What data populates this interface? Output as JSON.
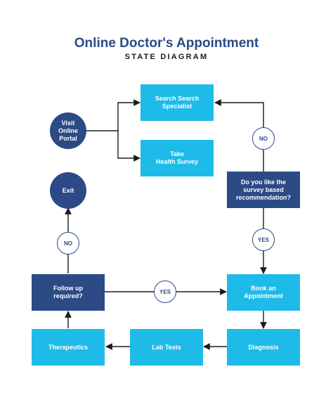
{
  "header": {
    "title": "Online Doctor's Appointment",
    "subtitle": "STATE DIAGRAM"
  },
  "nodes": {
    "visit": "Visit\nOnline\nPortal",
    "search": "Search Search\nSpecialist",
    "survey": "Take\nHealth Survey",
    "question": "Do you like the\nsurvey based\nrecommendation?",
    "book": "Book an\nAppointment",
    "diagnosis": "Diagnosis",
    "lab": "Lab Tests",
    "therapeutics": "Therapeutics",
    "followup": "Follow up\nrequired?",
    "exit": "Exit"
  },
  "conditions": {
    "no_top": "NO",
    "yes_right": "YES",
    "yes_middle": "YES",
    "no_left": "NO"
  },
  "colors": {
    "light_box": "#1fbbe8",
    "dark_box": "#2b4a86",
    "line": "#1b1b1b"
  }
}
